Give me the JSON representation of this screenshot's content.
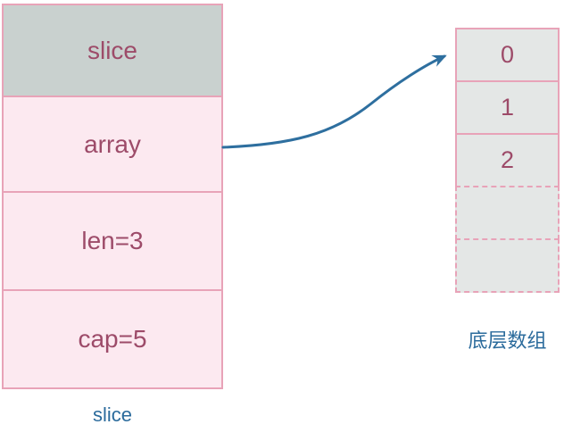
{
  "diagram": {
    "slice_struct": {
      "caption": "slice",
      "rows": [
        {
          "label": "slice",
          "kind": "header"
        },
        {
          "label": "array",
          "kind": "field"
        },
        {
          "label": "len=3",
          "kind": "field"
        },
        {
          "label": "cap=5",
          "kind": "field"
        }
      ]
    },
    "backing_array": {
      "caption": "底层数组",
      "cells": [
        {
          "label": "0",
          "style": "solid"
        },
        {
          "label": "1",
          "style": "solid"
        },
        {
          "label": "2",
          "style": "solid"
        },
        {
          "label": "",
          "style": "dashed"
        },
        {
          "label": "",
          "style": "dashed"
        }
      ]
    },
    "colors": {
      "border_pink": "#e8a3b8",
      "struct_cell_bg": "#fce9f0",
      "struct_header_bg": "#c9d1cf",
      "array_cell_bg": "#e4e7e6",
      "cell_text": "#9d4b69",
      "caption_text": "#2b6b9c",
      "arrow": "#2e6f9f"
    }
  }
}
